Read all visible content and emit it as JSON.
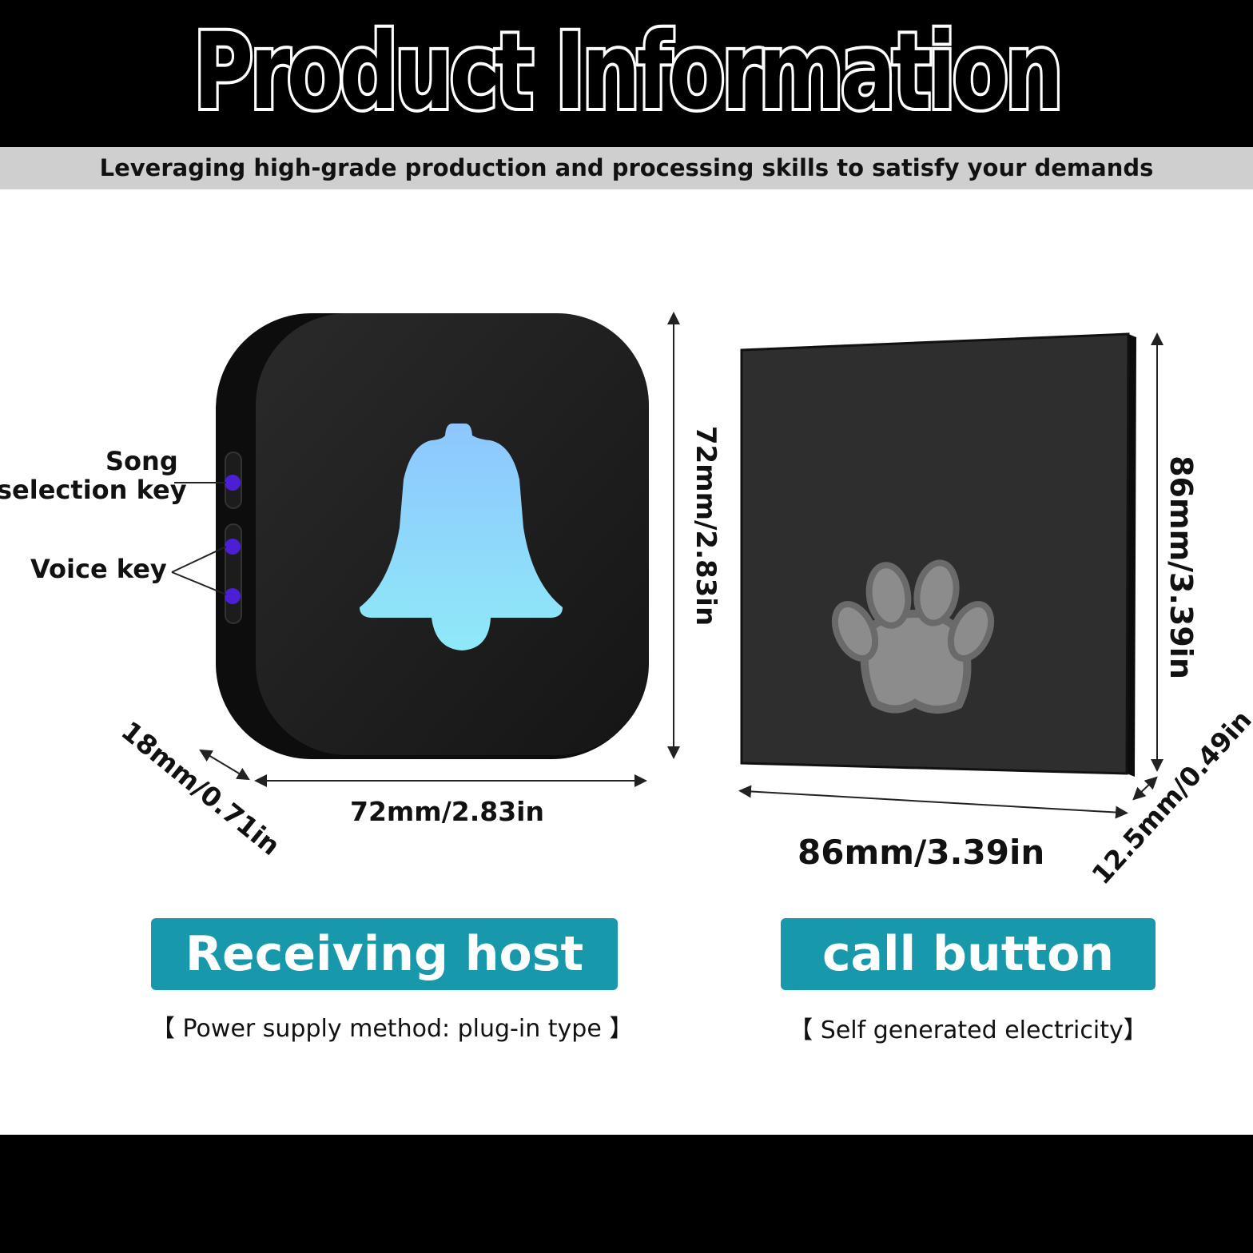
{
  "header": {
    "title": "Product Information",
    "subtitle": "Leveraging high-grade production and processing skills to satisfy your demands"
  },
  "receiving_host": {
    "callout_song": "Song",
    "callout_song_2": "selection key",
    "callout_voice": "Voice key",
    "height_dim": "72mm/2.83in",
    "width_dim": "72mm/2.83in",
    "depth_dim": "18mm/0.71in",
    "label": "Receiving host",
    "note": "【 Power supply method: plug-in type 】",
    "icon": "bell-icon",
    "icon_gradient": [
      "#8ec6ff",
      "#8fe9f7"
    ],
    "button_dot_color": "#4a1fd6"
  },
  "call_button": {
    "height_dim": "86mm/3.39in",
    "width_dim": "86mm/3.39in",
    "depth_dim": "12.5mm/0.49in",
    "label": "call button",
    "note": "【 Self generated electricity】",
    "icon": "paw-print-icon"
  },
  "colors": {
    "pill_bg": "#1799ab",
    "device_body": "#1a1a1a"
  }
}
